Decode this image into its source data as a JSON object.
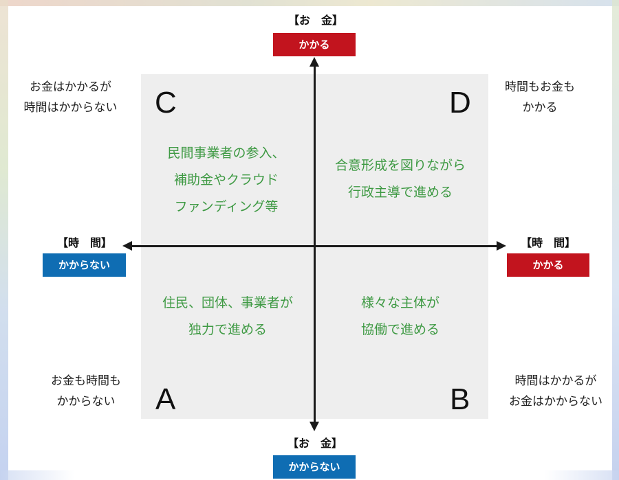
{
  "top": {
    "heading": "【お　金】",
    "tag": "かかる"
  },
  "bottom": {
    "heading": "【お　金】",
    "tag": "かからない"
  },
  "left": {
    "heading": "【時　間】",
    "tag": "かからない"
  },
  "right": {
    "heading": "【時　間】",
    "tag": "かかる"
  },
  "corners": {
    "top_left": [
      "お金はかかるが",
      "時間はかからない"
    ],
    "top_right": [
      "時間もお金も",
      "かかる"
    ],
    "bottom_left": [
      "お金も時間も",
      "かからない"
    ],
    "bottom_right": [
      "時間はかかるが",
      "お金はかからない"
    ]
  },
  "quadrants": {
    "C": {
      "letter": "C",
      "lines": [
        "民間事業者の参入、",
        "補助金やクラウド",
        "ファンディング等"
      ]
    },
    "D": {
      "letter": "D",
      "lines": [
        "合意形成を図りながら",
        "行政主導で進める"
      ]
    },
    "A": {
      "letter": "A",
      "lines": [
        "住民、団体、事業者が",
        "独力で進める"
      ]
    },
    "B": {
      "letter": "B",
      "lines": [
        "様々な主体が",
        "協働で進める"
      ]
    }
  },
  "colors": {
    "red_tag": "#c2141e",
    "blue_tag": "#0f6db3",
    "quadrant_text": "#3f9a44",
    "panel": "#eeeeee"
  }
}
